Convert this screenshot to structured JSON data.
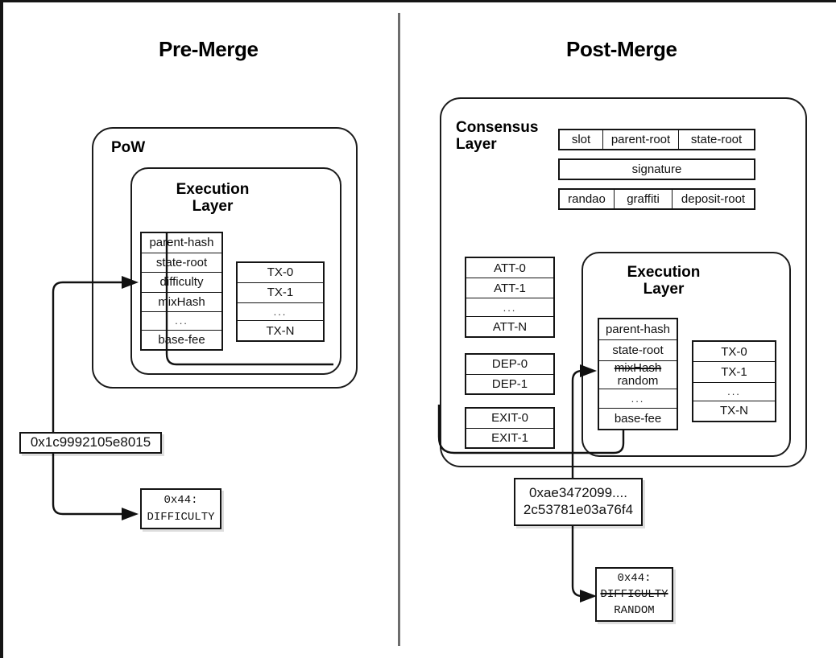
{
  "panels": {
    "pre": {
      "title": "Pre-Merge"
    },
    "post": {
      "title": "Post-Merge"
    }
  },
  "pre_merge": {
    "outer_label": "PoW",
    "inner_label": "Execution\nLayer",
    "header_fields": [
      "parent-hash",
      "state-root",
      "difficulty",
      "mixHash",
      "...",
      "base-fee"
    ],
    "transactions": [
      "TX-0",
      "TX-1",
      "...",
      "TX-N"
    ],
    "value_label": "0x1c9992105e8015",
    "opcode": {
      "code": "0x44:",
      "name": "DIFFICULTY"
    }
  },
  "post_merge": {
    "outer_label": "Consensus\nLayer",
    "inner_label": "Execution\nLayer",
    "consensus_row_1": [
      "slot",
      "parent-root",
      "state-root"
    ],
    "consensus_row_2": [
      "signature"
    ],
    "consensus_row_3": [
      "randao",
      "graffiti",
      "deposit-root"
    ],
    "attestations": [
      "ATT-0",
      "ATT-1",
      "...",
      "ATT-N"
    ],
    "deposits": [
      "DEP-0",
      "DEP-1"
    ],
    "exits": [
      "EXIT-0",
      "EXIT-1"
    ],
    "header_fields": {
      "parent_hash": "parent-hash",
      "state_root": "state-root",
      "renamed_old": "mixHash",
      "renamed_new": "random",
      "ellipsis": "...",
      "base_fee": "base-fee"
    },
    "transactions": [
      "TX-0",
      "TX-1",
      "...",
      "TX-N"
    ],
    "value_label_line1": "0xae3472099....",
    "value_label_line2": "2c53781e03a76f4",
    "opcode": {
      "code": "0x44:",
      "old_name": "DIFFICULTY",
      "new_name": "RANDOM"
    }
  },
  "colors": {
    "ink": "#111111",
    "divider": "#6d6d6d",
    "background": "#ffffff"
  }
}
